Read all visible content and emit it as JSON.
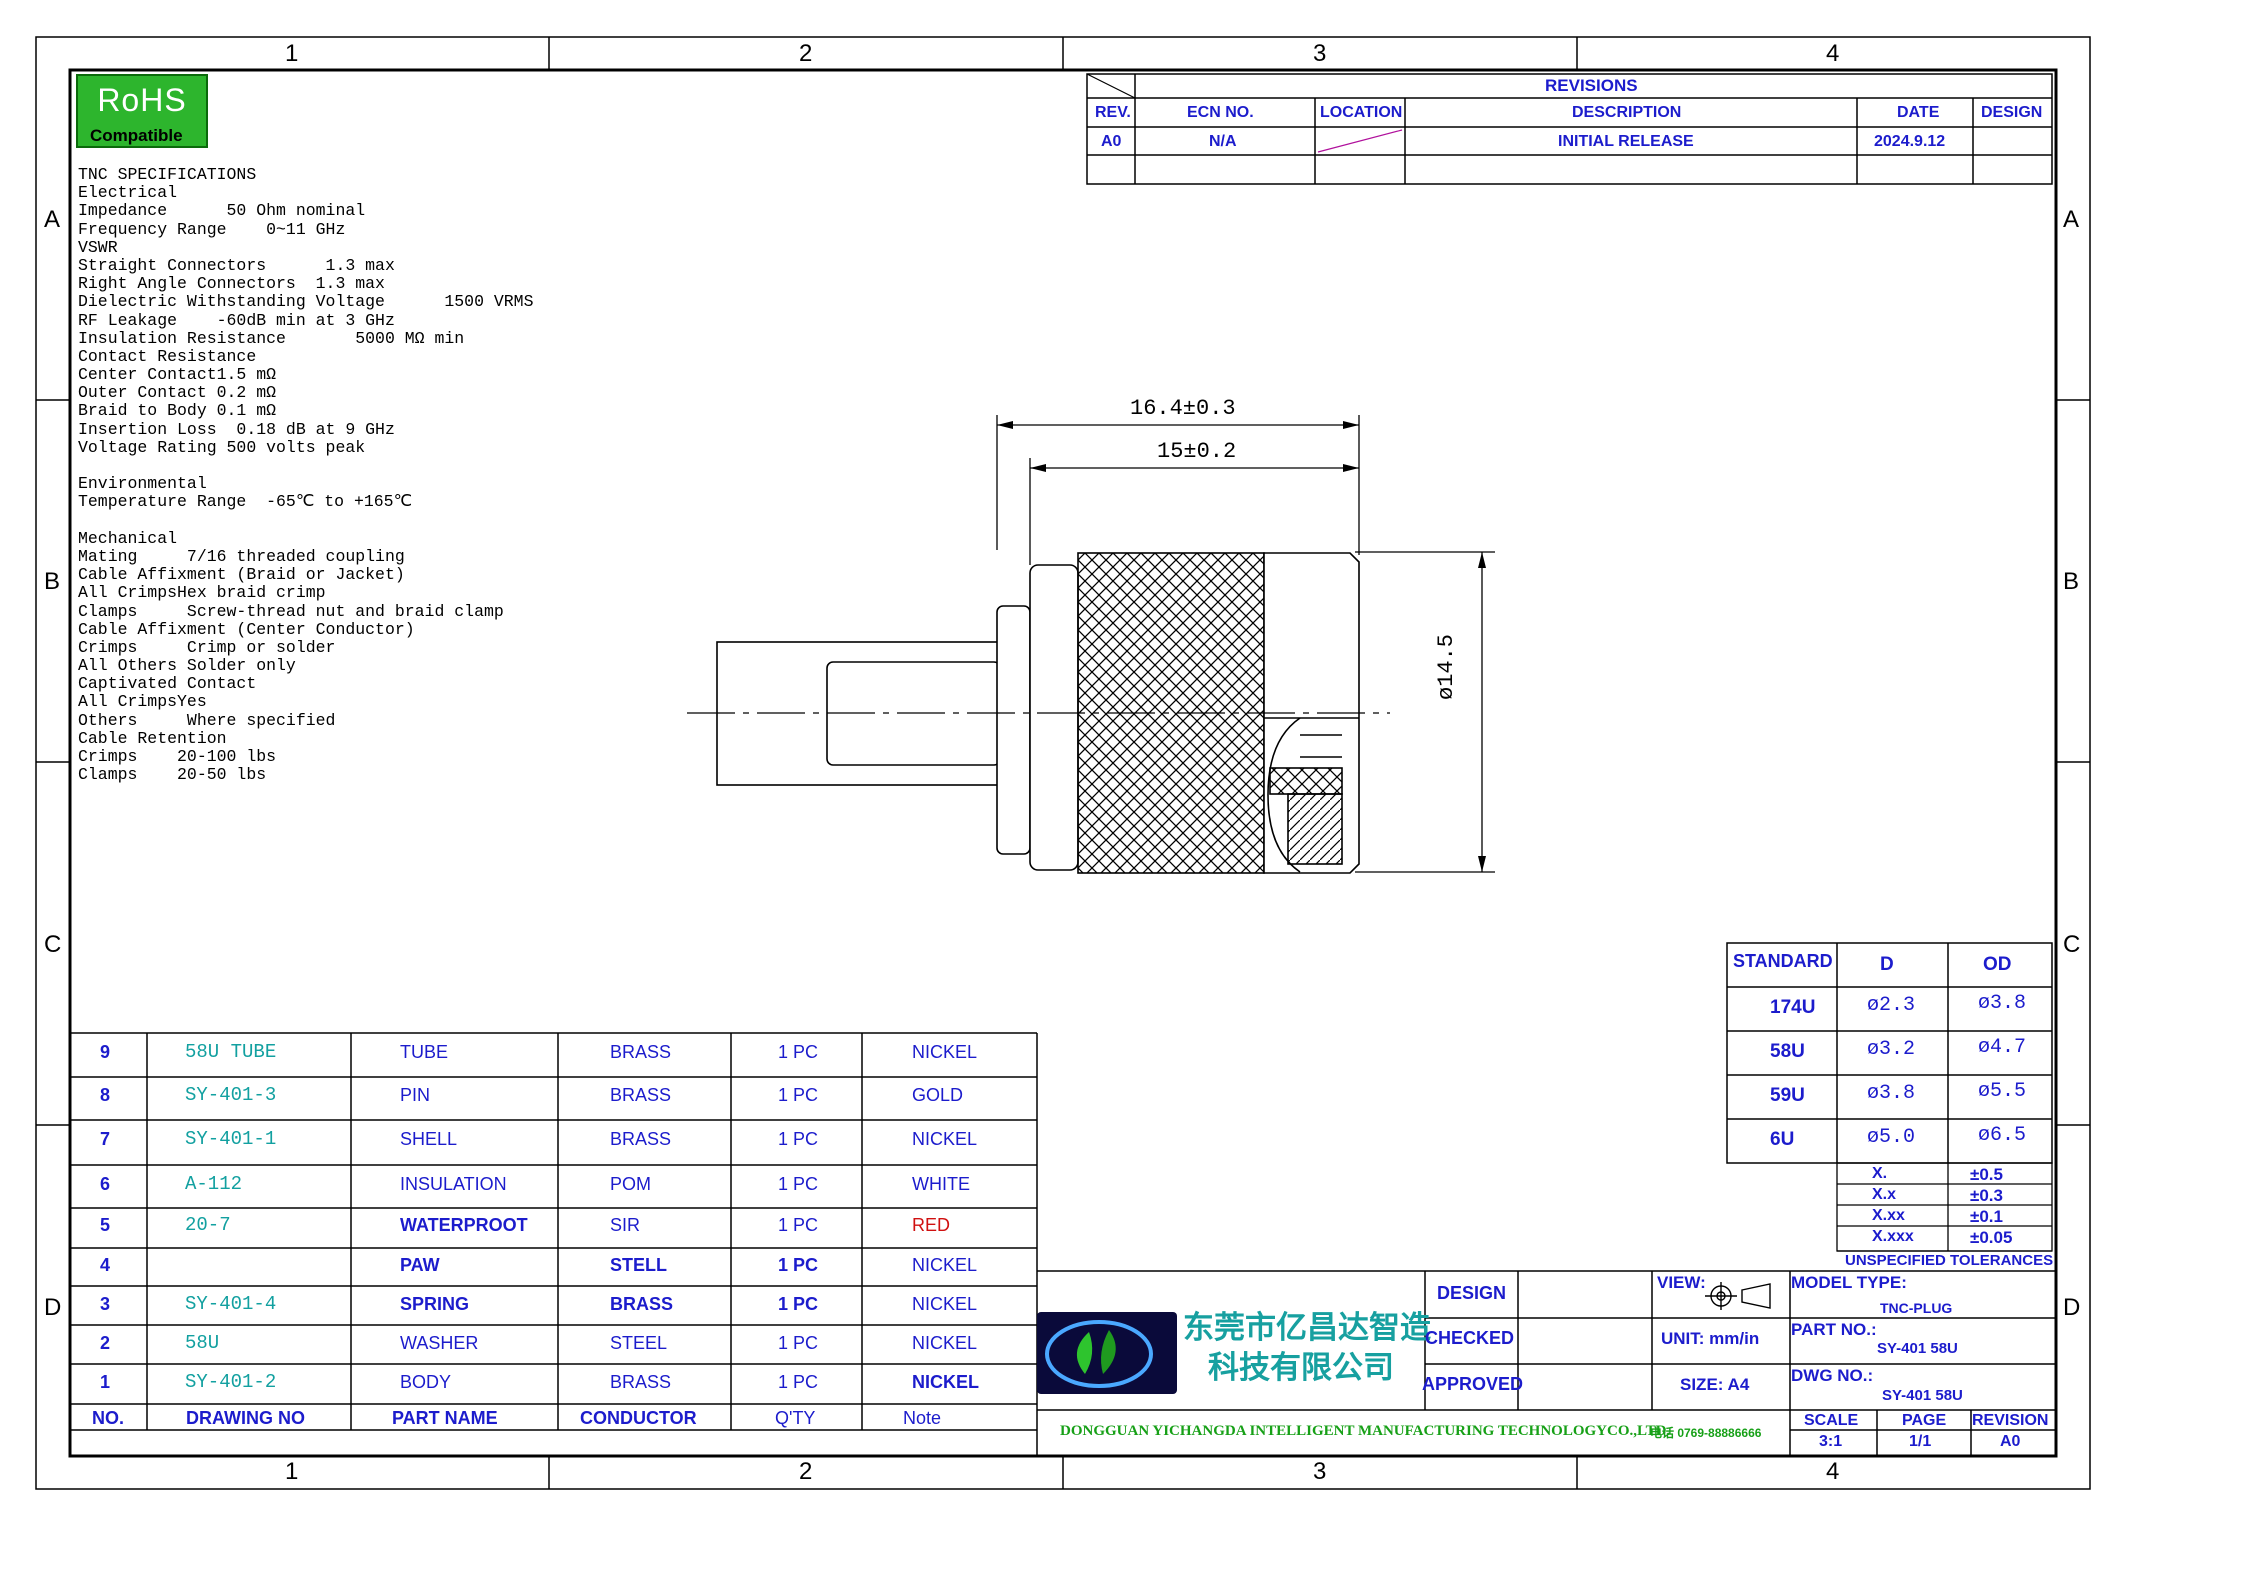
{
  "frame": {
    "columns": [
      "1",
      "2",
      "3",
      "4"
    ],
    "rows": [
      "A",
      "B",
      "C",
      "D"
    ]
  },
  "rohs": {
    "title": "RoHS",
    "subtitle": "Compatible"
  },
  "specs": [
    "TNC SPECIFICATIONS",
    "Electrical",
    "Impedance      50 Ohm nominal",
    "Frequency Range    0~11 GHz",
    "VSWR",
    "Straight Connectors      1.3 max",
    "Right Angle Connectors  1.3 max",
    "Dielectric Withstanding Voltage      1500 VRMS",
    "RF Leakage    -60dB min at 3 GHz",
    "Insulation Resistance       5000 MΩ min",
    "Contact Resistance",
    "Center Contact1.5 mΩ",
    "Outer Contact 0.2 mΩ",
    "Braid to Body 0.1 mΩ",
    "Insertion Loss  0.18 dB at 9 GHz",
    "Voltage Rating 500 volts peak",
    "",
    "Environmental",
    "Temperature Range  -65℃ to +165℃",
    "",
    "Mechanical",
    "Mating     7/16 threaded coupling",
    "Cable Affixment (Braid or Jacket)",
    "All CrimpsHex braid crimp",
    "Clamps     Screw-thread nut and braid clamp",
    "Cable Affixment (Center Conductor)",
    "Crimps     Crimp or solder",
    "All Others Solder only",
    "Captivated Contact",
    "All CrimpsYes",
    "Others     Where specified",
    "Cable Retention",
    "Crimps    20-100 lbs",
    "Clamps    20-50 lbs"
  ],
  "revisions": {
    "title": "REVISIONS",
    "headers": [
      "REV.",
      "ECN NO.",
      "LOCATION",
      "DESCRIPTION",
      "DATE",
      "DESIGN"
    ],
    "row": {
      "rev": "A0",
      "ecn": "N/A",
      "location": "",
      "description": "INITIAL RELEASE",
      "date": "2024.9.12",
      "design": ""
    }
  },
  "dimensions": {
    "overall": "16.4±0.3",
    "body": "15±0.2",
    "diameter": "ø14.5"
  },
  "cable_table": {
    "headers": [
      "STANDARD",
      "D",
      "OD"
    ],
    "rows": [
      {
        "std": "174U",
        "d": "ø2.3",
        "od": "ø3.8"
      },
      {
        "std": "58U",
        "d": "ø3.2",
        "od": "ø4.7"
      },
      {
        "std": "59U",
        "d": "ø3.8",
        "od": "ø5.5"
      },
      {
        "std": "6U",
        "d": "ø5.0",
        "od": "ø6.5"
      }
    ]
  },
  "tolerances": {
    "rows": [
      {
        "k": "X.",
        "v": "±0.5"
      },
      {
        "k": "X.x",
        "v": "±0.3"
      },
      {
        "k": "X.xx",
        "v": "±0.1"
      },
      {
        "k": "X.xxx",
        "v": "±0.05"
      }
    ],
    "caption": "UNSPECIFIED TOLERANCES"
  },
  "bom": {
    "headers": [
      "NO.",
      "DRAWING NO",
      "PART NAME",
      "CONDUCTOR",
      "Q'TY",
      "Note"
    ],
    "rows": [
      {
        "no": "9",
        "dwg": "58U TUBE",
        "part": "TUBE",
        "mat": "BRASS",
        "qty": "1 PC",
        "note": "NICKEL"
      },
      {
        "no": "8",
        "dwg": "SY-401-3",
        "part": "PIN",
        "mat": "BRASS",
        "qty": "1 PC",
        "note": "GOLD"
      },
      {
        "no": "7",
        "dwg": "SY-401-1",
        "part": "SHELL",
        "mat": "BRASS",
        "qty": "1 PC",
        "note": "NICKEL"
      },
      {
        "no": "6",
        "dwg": "A-112",
        "part": "INSULATION",
        "mat": "POM",
        "qty": "1 PC",
        "note": "WHITE"
      },
      {
        "no": "5",
        "dwg": "20-7",
        "part": "WATERPROOT",
        "mat": "SIR",
        "qty": "1 PC",
        "note": "RED"
      },
      {
        "no": "4",
        "dwg": "",
        "part": "PAW",
        "mat": "STELL",
        "qty": "1 PC",
        "note": "NICKEL"
      },
      {
        "no": "3",
        "dwg": "SY-401-4",
        "part": "SPRING",
        "mat": "BRASS",
        "qty": "1 PC",
        "note": "NICKEL"
      },
      {
        "no": "2",
        "dwg": "58U",
        "part": "WASHER",
        "mat": "STEEL",
        "qty": "1 PC",
        "note": "NICKEL"
      },
      {
        "no": "1",
        "dwg": "SY-401-2",
        "part": "BODY",
        "mat": "BRASS",
        "qty": "1 PC",
        "note": "NICKEL"
      }
    ]
  },
  "title_block": {
    "company_cn_1": "东莞市亿昌达智造",
    "company_cn_2": "科技有限公司",
    "company_en": "DONGGUAN YICHANGDA INTELLIGENT MANUFACTURING TECHNOLOGYCO.,LTD.",
    "phone": "电话 0769-88886666",
    "design_label": "DESIGN",
    "checked_label": "CHECKED",
    "approved_label": "APPROVED",
    "view_label": "VIEW:",
    "unit_label": "UNIT: mm/in",
    "size_label": "SIZE: A4",
    "model_label": "MODEL TYPE:",
    "model_value": "TNC-PLUG",
    "part_label": "PART NO.:",
    "part_value": "SY-401 58U",
    "dwg_label": "DWG NO.:",
    "dwg_value": "SY-401 58U",
    "scale_label": "SCALE",
    "scale_value": "3:1",
    "page_label": "PAGE",
    "page_value": "1/1",
    "revision_label": "REVISION",
    "revision_value": "A0"
  },
  "colors": {
    "line": "#000000",
    "dim": "#000000",
    "blue_text": "#1c1ccc",
    "cyan_text": "#12a0a0",
    "green_text": "#17a017",
    "rohs_green": "#2db52d"
  }
}
